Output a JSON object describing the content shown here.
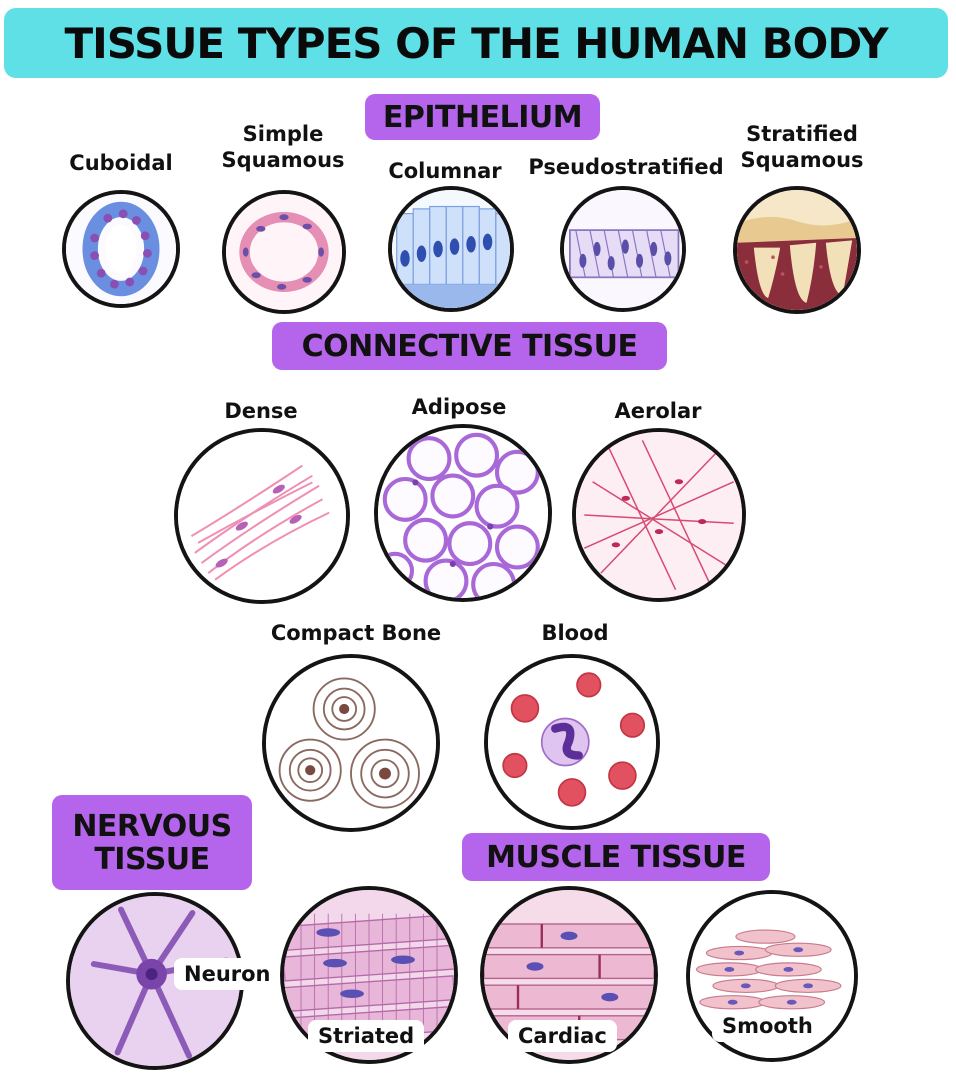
{
  "title": "TISSUE TYPES OF THE HUMAN BODY",
  "colors": {
    "title_bg": "#5ee0e6",
    "section_bg": "#b565ec"
  },
  "sections": {
    "epithelium": "EPITHELIUM",
    "connective": "CONNECTIVE TISSUE",
    "nervous_line1": "NERVOUS",
    "nervous_line2": "TISSUE",
    "muscle": "MUSCLE TISSUE"
  },
  "epithelium": {
    "cuboidal": "Cuboidal",
    "simple_squamous_1": "Simple",
    "simple_squamous_2": "Squamous",
    "columnar": "Columnar",
    "pseudostratified": "Pseudostratified",
    "stratified_squamous_1": "Stratified",
    "stratified_squamous_2": "Squamous"
  },
  "connective": {
    "dense": "Dense",
    "adipose": "Adipose",
    "aerolar": "Aerolar",
    "compact_bone": "Compact Bone",
    "blood": "Blood"
  },
  "nervous": {
    "neuron": "Neuron"
  },
  "muscle": {
    "striated": "Striated",
    "cardiac": "Cardiac",
    "smooth": "Smooth"
  }
}
